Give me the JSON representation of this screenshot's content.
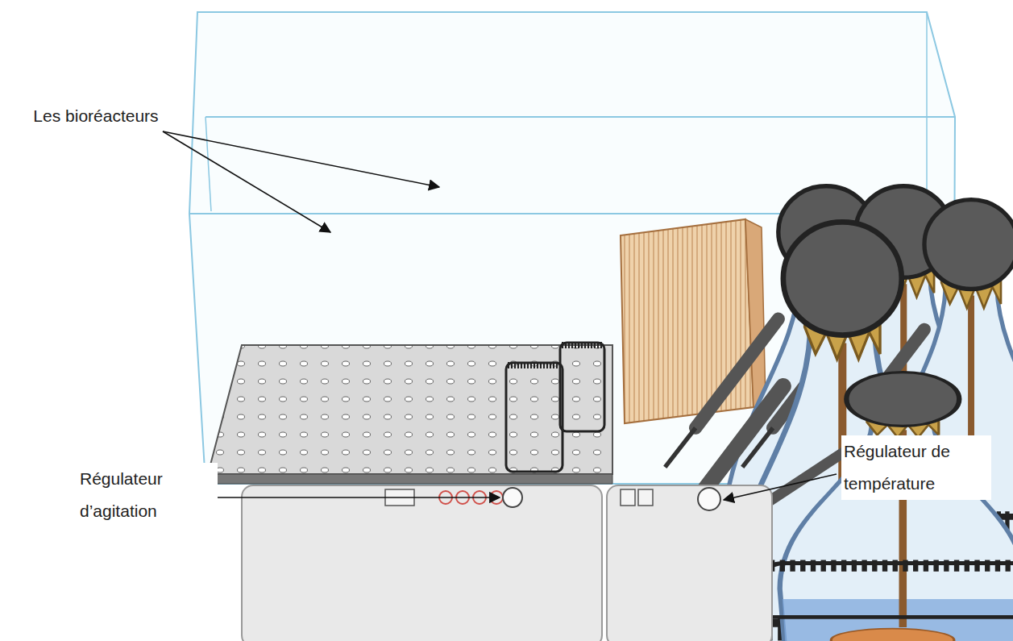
{
  "diagram": {
    "labels": [
      "Les bioréacteurs",
      "Régulateur d’agitation",
      "Régulateur de température"
    ]
  }
}
